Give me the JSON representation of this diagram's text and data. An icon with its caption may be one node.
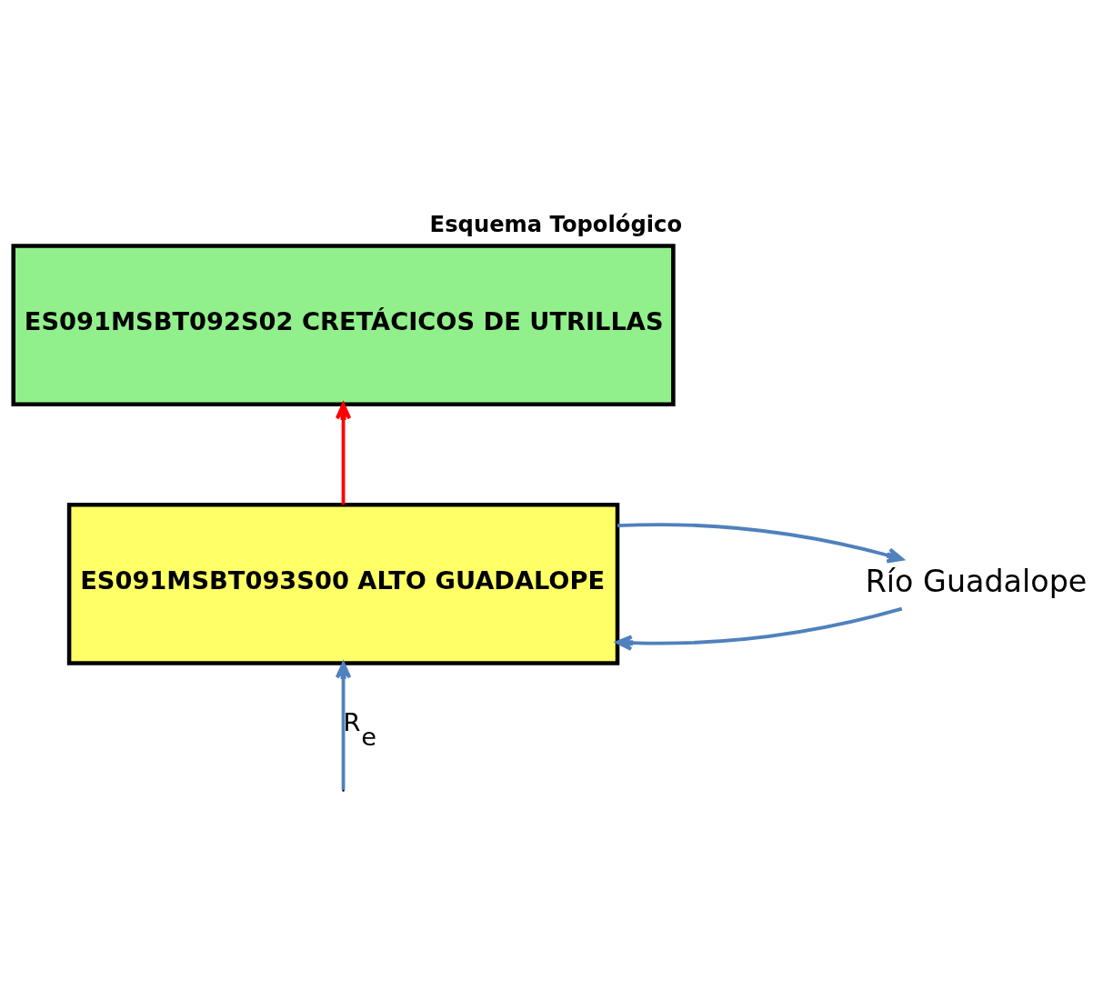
{
  "diagram": {
    "title": "Esquema Topológico",
    "nodes": [
      {
        "text": [
          "ES091MSBT092S02 CRETÁCICOS DE UTRILLAS"
        ]
      },
      {
        "text": [
          "ES091MSBT093S00 ALTO GUADALOPE"
        ]
      },
      {
        "text": [
          "Río Guadalope"
        ]
      }
    ],
    "edges": [
      {
        "from": null,
        "to": 1,
        "arrow": "to",
        "label": "R$_{e}$"
      },
      {
        "from": 1,
        "to": 0,
        "arrow": "to",
        "color": "#ff0000"
      },
      {
        "from": 1,
        "to": 2,
        "arrow": "to"
      },
      {
        "from": 2,
        "to": 1,
        "arrow": "to"
      }
    ]
  }
}
